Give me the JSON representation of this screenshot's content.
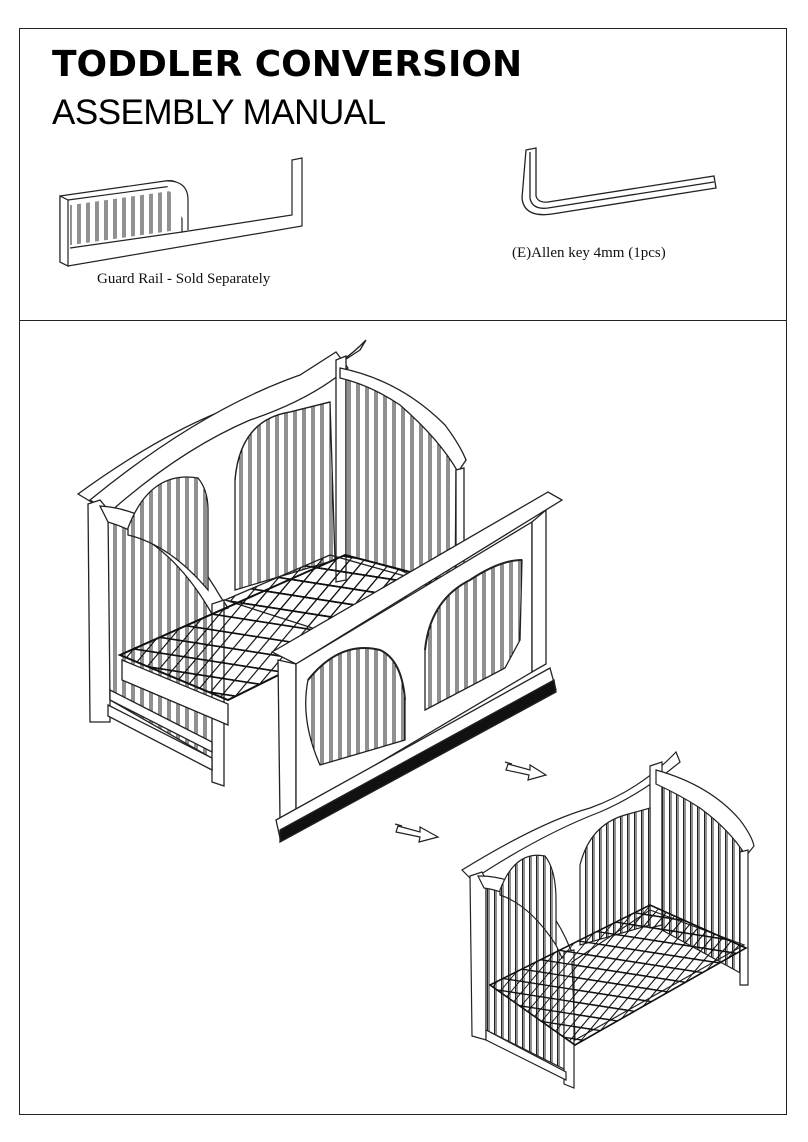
{
  "header": {
    "title": "TODDLER CONVERSION",
    "subtitle": "ASSEMBLY MANUAL"
  },
  "parts": {
    "guard_rail_caption": "Guard Rail - Sold Separately",
    "allen_key_caption": "(E)Allen key 4mm (1pcs)"
  },
  "illustration": {
    "icons": [
      "guard-rail-icon",
      "allen-key-icon",
      "crib-illustration",
      "front-rail-panel",
      "toddler-bed-illustration",
      "remove-arrow-icon"
    ]
  }
}
